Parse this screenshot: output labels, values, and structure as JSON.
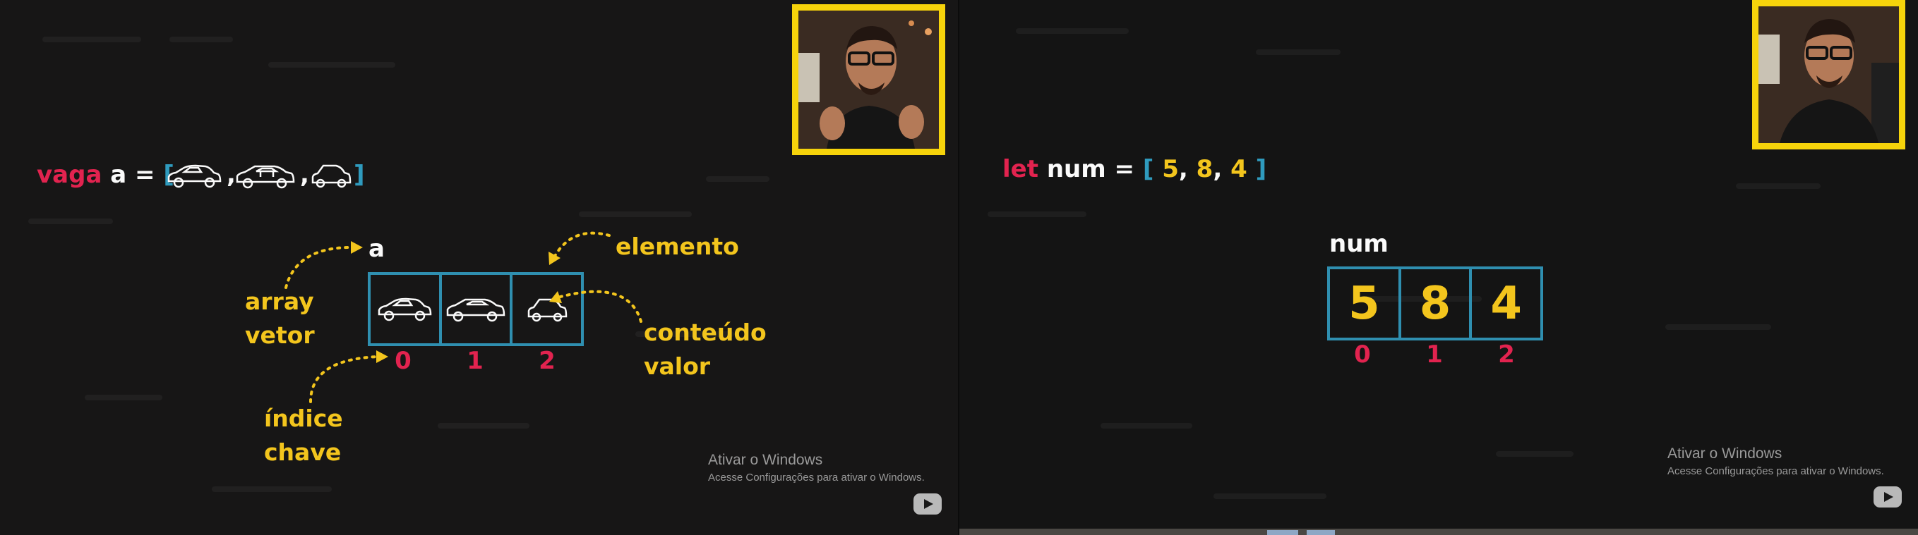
{
  "left": {
    "code_line": {
      "keyword": "vaga",
      "var": "a",
      "equals": "=",
      "open": "[",
      "close": "]",
      "sep": ","
    },
    "var_label": "a",
    "car_icons": [
      "car-sedan-icon",
      "car-hatchback-icon",
      "car-compact-icon"
    ],
    "indices": [
      "0",
      "1",
      "2"
    ],
    "labels": {
      "array_line1": "array",
      "array_line2": "vetor",
      "elemento": "elemento",
      "conteudo_line1": "conteúdo",
      "conteudo_line2": "valor",
      "indice_line1": "índice",
      "indice_line2": "chave"
    },
    "watermark": {
      "title": "Ativar o Windows",
      "subtitle": "Acesse Configurações para ativar o Windows."
    }
  },
  "right": {
    "code_line": {
      "keyword": "let",
      "var": "num",
      "equals": "=",
      "open": "[",
      "close": "]",
      "values": [
        "5",
        "8",
        "4"
      ],
      "sep": ","
    },
    "var_label": "num",
    "cells": [
      "5",
      "8",
      "4"
    ],
    "indices": [
      "0",
      "1",
      "2"
    ],
    "watermark": {
      "title": "Ativar o Windows",
      "subtitle": "Acesse Configurações para ativar o Windows."
    }
  },
  "colors": {
    "keyword": "#e2234f",
    "bracket": "#2f9bbe",
    "value": "#f3c51d",
    "text": "#fafafa",
    "frame": "#f6d30b",
    "box": "#2f8fb0"
  }
}
